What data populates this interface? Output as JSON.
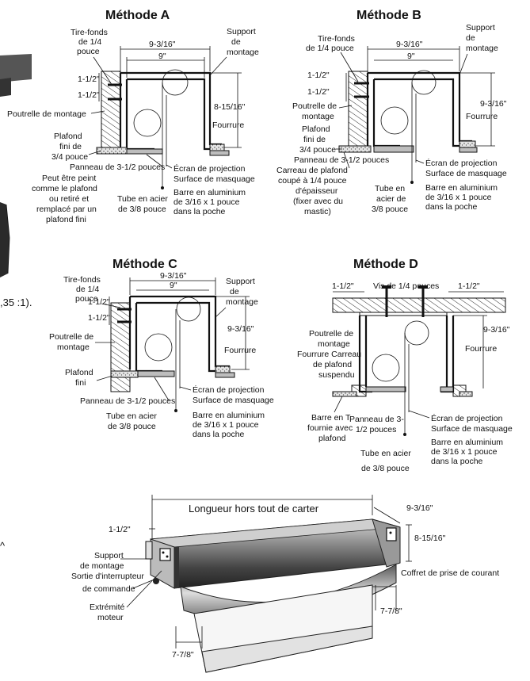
{
  "titles": {
    "a": "Méthode A",
    "b": "Méthode B",
    "c": "Méthode C",
    "d": "Méthode D"
  },
  "dims": {
    "w1": "9-3/16\"",
    "w2": "9\"",
    "h1": "1-1/2\"",
    "a_h": "8-15/16\"",
    "b_h": "9-3/16\"",
    "c_h": "9-3/16\"",
    "d_h": "9-3/16\"",
    "d_l": "1-1/2\"",
    "d_r": "1-1/2\""
  },
  "common": {
    "support": "Support",
    "support2": "de",
    "support3": "montage",
    "fourrure": "Fourrure",
    "ecran": "Écran de projection",
    "surface": "Surface de masquage",
    "barre1": "Barre en aluminium",
    "barre2": "de 3/16 x 1 pouce",
    "barre3": "dans la poche"
  },
  "method_a": {
    "tire1": "Tire-fonds",
    "tire2": "de 1/4",
    "tire3": "pouce",
    "poutrelle": "Poutrelle de montage",
    "plafond1": "Plafond",
    "plafond2": "fini de",
    "plafond3": "3/4 pouce",
    "panneau": "Panneau de 3-1/2 pouces",
    "peut1": "Peut être peint",
    "peut2": "comme le plafond",
    "peut3": "ou retiré et",
    "peut4": "remplacé par un",
    "peut5": "plafond fini",
    "tube1": "Tube en acier",
    "tube2": "de 3/8 pouce"
  },
  "method_b": {
    "tire1": "Tire-fonds",
    "tire2": "de 1/4 pouce",
    "poutrelle1": "Poutrelle de",
    "poutrelle2": "montage",
    "plafond1": "Plafond",
    "plafond2": "fini de",
    "plafond3": "3/4 pouce",
    "panneau": "Panneau de 3-1/2 pouces",
    "carreau1": "Carreau de plafond",
    "carreau2": "coupé à 1/4 pouce",
    "carreau3": "d'épaisseur",
    "carreau4": "(fixer avec du",
    "carreau5": "mastic)",
    "tube1": "Tube en",
    "tube2": "acier de",
    "tube3": "3/8 pouce"
  },
  "method_c": {
    "tire1": "Tire-fonds",
    "tire2": "de 1/4",
    "tire3": "pouce",
    "poutrelle1": "Poutrelle de",
    "poutrelle2": "montage",
    "plafond1": "Plafond",
    "plafond2": "fini",
    "panneau": "Panneau de 3-1/2 pouces",
    "tube1": "Tube en acier",
    "tube2": "de 3/8 pouce"
  },
  "method_d": {
    "vis": "Vis de 1/4 pouces",
    "poutrelle1": "Poutrelle de",
    "poutrelle2": "montage",
    "fourrure_carreau": "Fourrure Carreau",
    "plafond1": "de plafond",
    "plafond2": "suspendu",
    "barret1": "Barre en T",
    "barret2": "fournie avec",
    "barret3": "plafond",
    "panneau1": "Panneau de 3-",
    "panneau2": "1/2 pouces",
    "tube1": "Tube en acier",
    "tube2": "de 3/8 pouce"
  },
  "bottom": {
    "longueur": "Longueur hors tout de carter",
    "d_w": "9-3/16\"",
    "d_h": "8-15/16\"",
    "d_l": "1-1/2\"",
    "support1": "Support",
    "support2": "de montage",
    "sortie1": "Sortie d'interrupteur",
    "sortie2": "de commande",
    "extremite1": "Extrémité",
    "extremite2": "moteur",
    "coffret": "Coffret de prise de courant",
    "d_78a": "7-7/8\"",
    "d_78b": "7-7/8\""
  },
  "margin": {
    "ratio": ",35 :1)."
  }
}
